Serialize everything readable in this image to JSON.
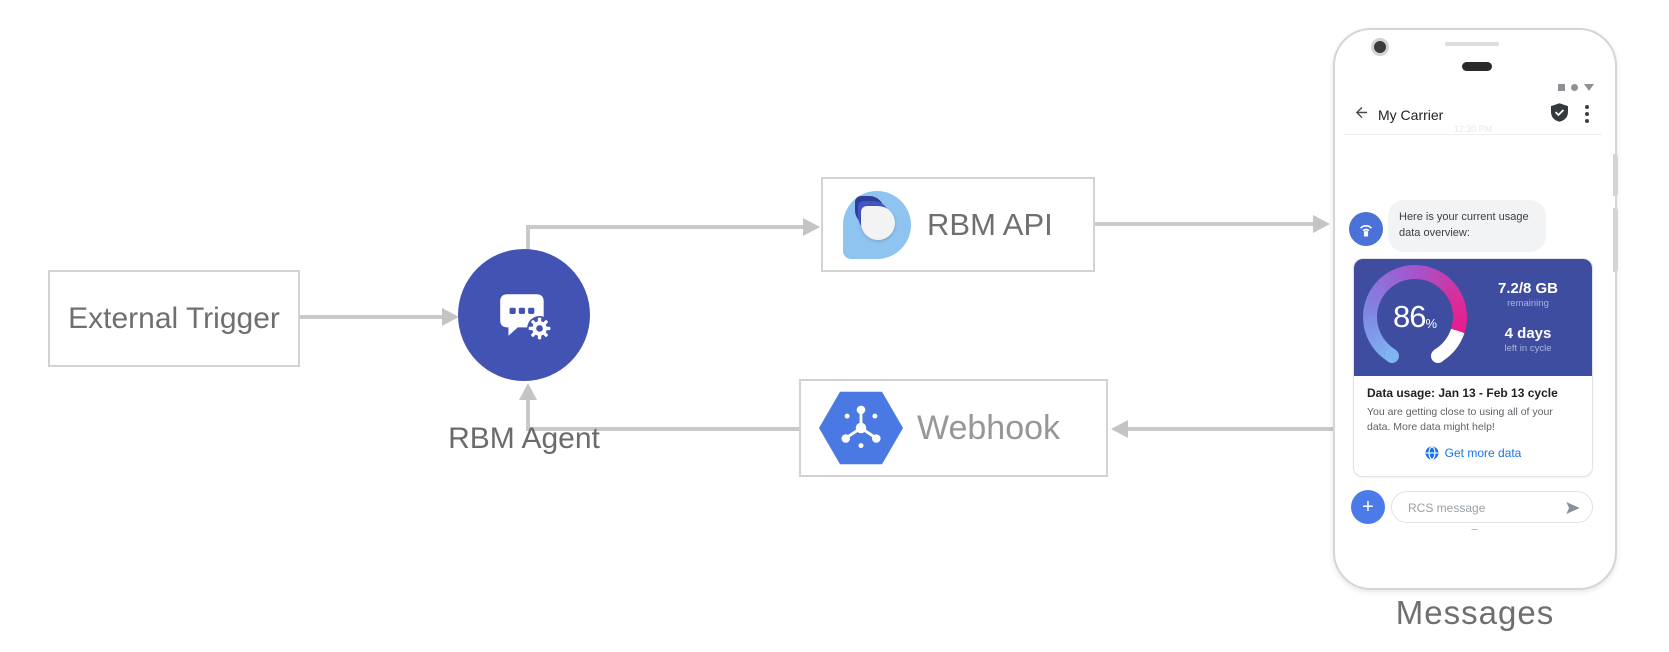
{
  "diagram": {
    "external_trigger_label": "External Trigger",
    "rbm_agent_label": "RBM Agent",
    "rbm_api_label": "RBM API",
    "webhook_label": "Webhook",
    "messages_label": "Messages",
    "arrow_color": "#c9c9c9",
    "agent_circle_color": "#4253b4",
    "webhook_hexagon_color": "#4b79e4",
    "api_logo_colors": {
      "circle": "#8fc3f0",
      "drop_dark": "#2e3f96",
      "drop_mid": "#4355c9",
      "drop_light": "#f3f3f3"
    },
    "icons": {
      "agent-chat-gear-icon": "white speech bubble with three dots and gear",
      "rbm-api-logo-icon": "light blue teardrop circle with stacked drops",
      "webhook-hexagon-icon": "blue hexagon with hub-and-spoke nodes"
    }
  },
  "phone": {
    "header": {
      "back_icon": "arrow-left",
      "title": "My Carrier",
      "timestamp": "12:30 PM",
      "verified_badge": "shield-check",
      "menu_icon": "kebab"
    },
    "status_icons": [
      "square",
      "dot",
      "triangle-down"
    ],
    "chat": {
      "agent_message": "Here is your current usage data overview:",
      "usage_card": {
        "percent": "86",
        "percent_sign": "%",
        "remaining_value": "7.2/8 GB",
        "remaining_label": "remaining",
        "cycle_value": "4 days",
        "cycle_label": "left in cycle",
        "card_bg": "#3e4da0",
        "gauge_colors": [
          "#7fb5f0",
          "#a455cd",
          "#ea1b8d",
          "#ffffff"
        ],
        "gauge_percent": 86,
        "title": "Data usage: Jan 13 - Feb 13 cycle",
        "body": "You are getting close to using all of your data. More data might help!",
        "action_label": "Get more data",
        "action_color": "#1a73e8"
      }
    },
    "compose": {
      "placeholder": "RCS message",
      "plus_label": "+",
      "plus_color": "#4b7be8"
    }
  }
}
